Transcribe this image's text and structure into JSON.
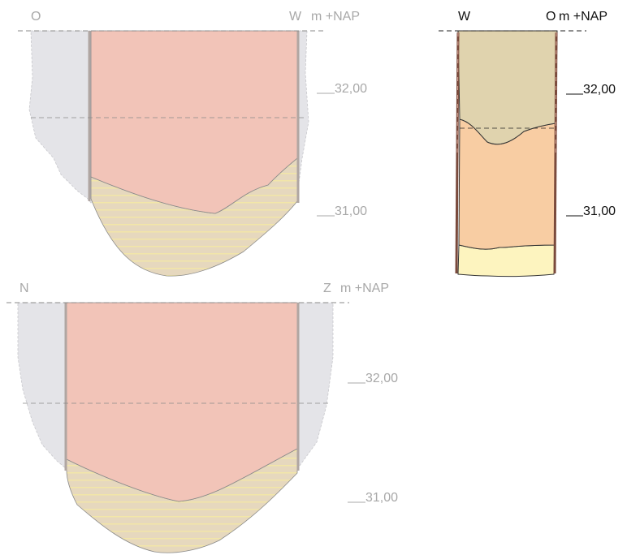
{
  "section_ow": {
    "left_label": "O",
    "right_label": "W",
    "unit": "m +NAP",
    "level_upper": "32,00",
    "level_lower": "31,00"
  },
  "section_nz": {
    "left_label": "N",
    "right_label": "Z",
    "unit": "m +NAP",
    "level_upper": "32,00",
    "level_lower": "31,00"
  },
  "section_wo": {
    "left_label": "W",
    "right_label": "O",
    "unit": "m +NAP",
    "level_upper": "32,00",
    "level_lower": "31,00"
  },
  "colors": {
    "pink_fill": "#f2c4b8",
    "grey_fill": "#e4e4e8",
    "tan_fill": "#e6d8be",
    "stripe": "#f2e6a8",
    "olive_fill": "#e0d3ae",
    "orange_fill": "#f8cda3",
    "yellow_fill": "#fdf4bf",
    "outline_brown": "#7a4a3c"
  }
}
